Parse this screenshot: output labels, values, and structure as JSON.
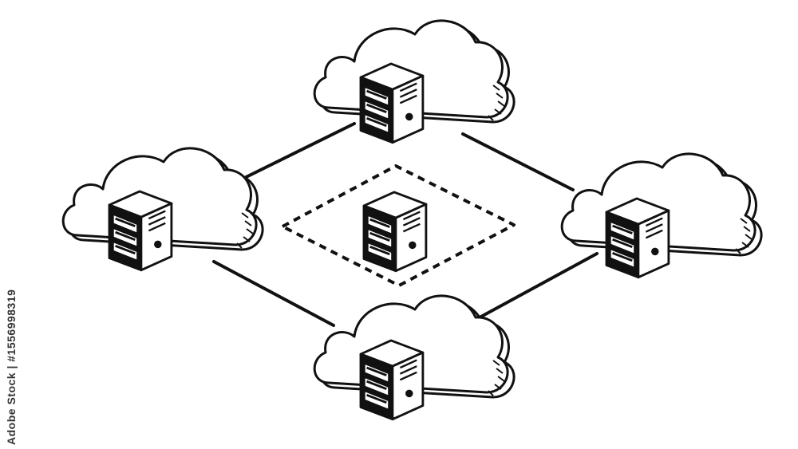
{
  "watermark": {
    "vertical_text": "Adobe Stock | #1556998319"
  },
  "colors": {
    "stroke": "#111111",
    "fill": "#ffffff",
    "background": "#ffffff"
  },
  "diagram": {
    "nodes": [
      {
        "id": "top",
        "icon": "cloud-server-icon"
      },
      {
        "id": "left",
        "icon": "cloud-server-icon"
      },
      {
        "id": "right",
        "icon": "cloud-server-icon"
      },
      {
        "id": "bottom",
        "icon": "cloud-server-icon"
      },
      {
        "id": "center",
        "icon": "server-icon"
      }
    ],
    "edges": [
      {
        "from": "top",
        "to": "right"
      },
      {
        "from": "right",
        "to": "bottom"
      },
      {
        "from": "bottom",
        "to": "left"
      },
      {
        "from": "left",
        "to": "top"
      }
    ]
  }
}
